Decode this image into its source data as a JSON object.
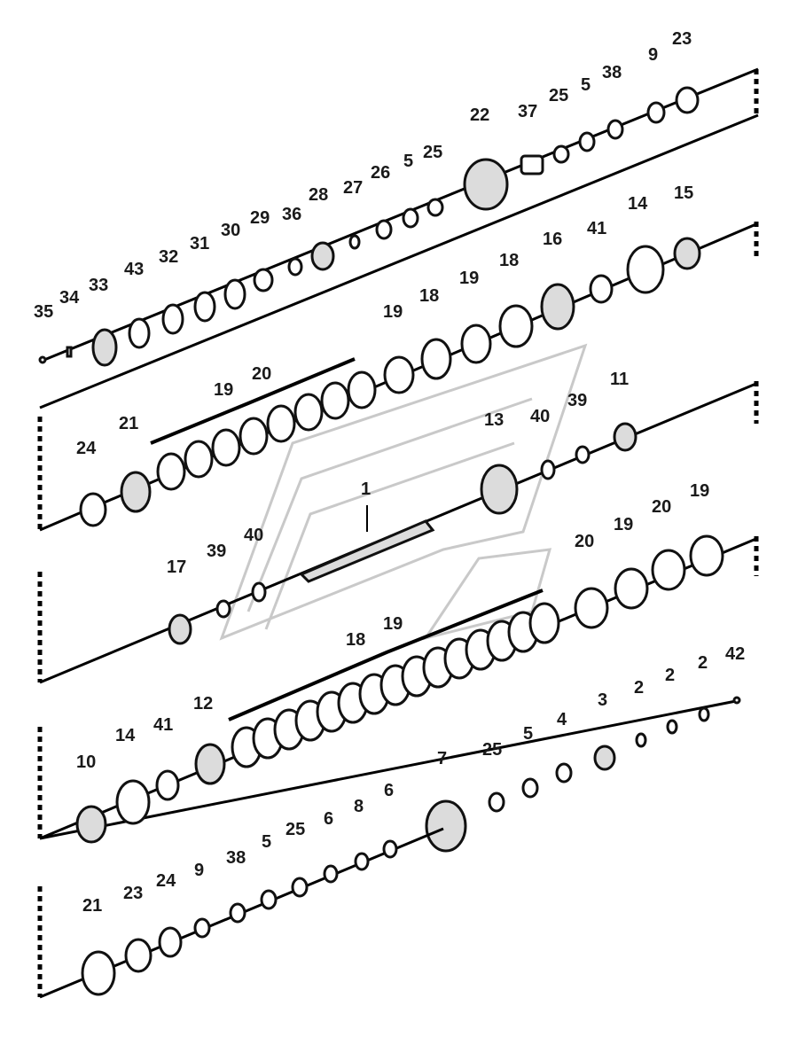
{
  "callouts": {
    "row1": [
      "35",
      "34",
      "33",
      "43",
      "32",
      "31",
      "30",
      "29",
      "36",
      "28",
      "27",
      "26",
      "5",
      "25",
      "22",
      "37",
      "25",
      "5",
      "38",
      "9",
      "23"
    ],
    "row2": [
      "24",
      "21",
      "19",
      "20",
      "19",
      "18",
      "19",
      "18",
      "16",
      "41",
      "14",
      "15"
    ],
    "row3": [
      "1",
      "13",
      "40",
      "39",
      "11"
    ],
    "row4": [
      "17",
      "39",
      "40",
      "20",
      "19",
      "20",
      "19",
      "19",
      "18"
    ],
    "row5": [
      "10",
      "14",
      "41",
      "12",
      "7",
      "25",
      "5",
      "4",
      "3",
      "2",
      "2",
      "2",
      "42"
    ],
    "row6": [
      "21",
      "23",
      "24",
      "9",
      "38",
      "5",
      "25",
      "6",
      "8",
      "6"
    ]
  }
}
